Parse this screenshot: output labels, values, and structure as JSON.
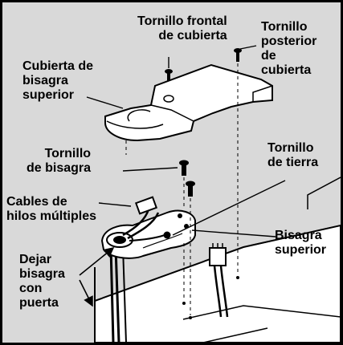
{
  "labels": {
    "front_screw": [
      "Tornillo frontal",
      "de cubierta"
    ],
    "rear_screw": [
      "Tornillo",
      "posterior",
      "de",
      "cubierta"
    ],
    "upper_hinge_cover": [
      "Cubierta de",
      "bisagra",
      "superior"
    ],
    "hinge_screw": [
      "Tornillo",
      "de bisagra"
    ],
    "ground_screw": [
      "Tornillo",
      "de tierra"
    ],
    "multi_wire_cables": [
      "Cables de",
      "hilos múltiples"
    ],
    "upper_hinge": [
      "Bisagra",
      "superior"
    ],
    "leave_hinge": [
      "Dejar",
      "bisagra",
      "con",
      "puerta"
    ]
  },
  "colors": {
    "background": "#d9d9d9",
    "part_fill": "#ffffff",
    "outline": "#000000"
  }
}
